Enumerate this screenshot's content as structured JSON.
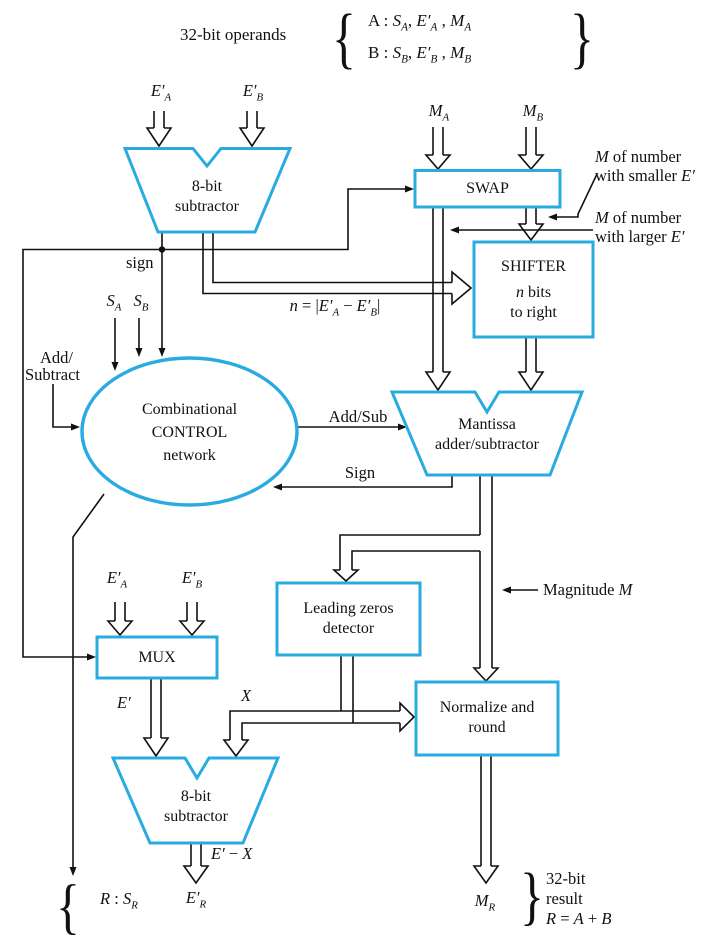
{
  "colors": {
    "accent": "#29abe2",
    "ink": "#111111",
    "background": "#ffffff"
  },
  "header": {
    "operands_label": "32-bit operands",
    "operand_a": [
      {
        "t": "A : ",
        "s": "n"
      },
      {
        "t": "S",
        "s": "i"
      },
      {
        "t": "A",
        "s": "sub"
      },
      {
        "t": ", ",
        "s": "n"
      },
      {
        "t": "E′",
        "s": "i"
      },
      {
        "t": "A",
        "s": "sub"
      },
      {
        "t": " , ",
        "s": "n"
      },
      {
        "t": "M",
        "s": "i"
      },
      {
        "t": "A",
        "s": "sub"
      }
    ],
    "operand_b": [
      {
        "t": "B : ",
        "s": "n"
      },
      {
        "t": "S",
        "s": "i"
      },
      {
        "t": "B",
        "s": "sub"
      },
      {
        "t": ", ",
        "s": "n"
      },
      {
        "t": "E′",
        "s": "i"
      },
      {
        "t": "B",
        "s": "sub"
      },
      {
        "t": " , ",
        "s": "n"
      },
      {
        "t": "M",
        "s": "i"
      },
      {
        "t": "B",
        "s": "sub"
      }
    ],
    "brace_open": "{",
    "brace_close": "}"
  },
  "blocks": {
    "subtractor_top": {
      "line1": "8-bit",
      "line2": "subtractor"
    },
    "swap": {
      "label": "SWAP"
    },
    "shifter": {
      "line1": "SHIFTER",
      "line2": [
        {
          "t": "n",
          "s": "i"
        },
        {
          "t": " bits",
          "s": "n"
        }
      ],
      "line3": "to right"
    },
    "control": {
      "line1": "Combinational",
      "line2": "CONTROL",
      "line3": "network"
    },
    "mantissa": {
      "line1": "Mantissa",
      "line2": "adder/subtractor"
    },
    "mux": {
      "label": "MUX"
    },
    "leading_zeros": {
      "line1": "Leading zeros",
      "line2": "detector"
    },
    "normalize": {
      "line1": "Normalize and",
      "line2": "round"
    },
    "subtractor_bottom": {
      "line1": "8-bit",
      "line2": "subtractor"
    }
  },
  "signals": {
    "ea_top": [
      {
        "t": "E′",
        "s": "i"
      },
      {
        "t": "A",
        "s": "sub"
      }
    ],
    "eb_top": [
      {
        "t": "E′",
        "s": "i"
      },
      {
        "t": "B",
        "s": "sub"
      }
    ],
    "ma": [
      {
        "t": "M",
        "s": "i"
      },
      {
        "t": "A",
        "s": "sub"
      }
    ],
    "mb": [
      {
        "t": "M",
        "s": "i"
      },
      {
        "t": "B",
        "s": "sub"
      }
    ],
    "sign_lower": "sign",
    "sa": [
      {
        "t": "S",
        "s": "i"
      },
      {
        "t": "A",
        "s": "sub"
      }
    ],
    "sb": [
      {
        "t": "S",
        "s": "i"
      },
      {
        "t": "B",
        "s": "sub"
      }
    ],
    "n_formula": [
      {
        "t": "n",
        "s": "i"
      },
      {
        "t": " = |",
        "s": "n"
      },
      {
        "t": "E′",
        "s": "i"
      },
      {
        "t": "A",
        "s": "sub"
      },
      {
        "t": " − ",
        "s": "n"
      },
      {
        "t": "E′",
        "s": "i"
      },
      {
        "t": "B",
        "s": "sub"
      },
      {
        "t": "|",
        "s": "n"
      }
    ],
    "add_subtract_line1": "Add/",
    "add_subtract_line2": "Subtract",
    "add_sub": "Add/Sub",
    "sign_feedback": "Sign",
    "mux_ea": [
      {
        "t": "E′",
        "s": "i"
      },
      {
        "t": "A",
        "s": "sub"
      }
    ],
    "mux_eb": [
      {
        "t": "E′",
        "s": "i"
      },
      {
        "t": "B",
        "s": "sub"
      }
    ],
    "e_prime": [
      {
        "t": "E′",
        "s": "i"
      }
    ],
    "x": [
      {
        "t": "X",
        "s": "i"
      }
    ],
    "e_minus_x": [
      {
        "t": "E′",
        "s": "i"
      },
      {
        "t": " − ",
        "s": "n"
      },
      {
        "t": "X",
        "s": "i"
      }
    ],
    "e_r": [
      {
        "t": "E′",
        "s": "i"
      },
      {
        "t": "R",
        "s": "sub"
      }
    ],
    "m_r": [
      {
        "t": "M",
        "s": "i"
      },
      {
        "t": "R",
        "s": "sub"
      }
    ],
    "r_sr": [
      {
        "t": "R",
        "s": "i"
      },
      {
        "t": " : ",
        "s": "n"
      },
      {
        "t": "S",
        "s": "i"
      },
      {
        "t": "R",
        "s": "sub"
      }
    ]
  },
  "notes": {
    "smaller_line1": [
      {
        "t": "M",
        "s": "i"
      },
      {
        "t": " of number",
        "s": "n"
      }
    ],
    "smaller_line2": [
      {
        "t": "with smaller ",
        "s": "n"
      },
      {
        "t": "E′",
        "s": "i"
      }
    ],
    "larger_line1": [
      {
        "t": "M",
        "s": "i"
      },
      {
        "t": " of number",
        "s": "n"
      }
    ],
    "larger_line2": [
      {
        "t": "with larger ",
        "s": "n"
      },
      {
        "t": "E′",
        "s": "i"
      }
    ],
    "magnitude": [
      {
        "t": "Magnitude ",
        "s": "n"
      },
      {
        "t": "M",
        "s": "i"
      }
    ],
    "result_line1": "32-bit",
    "result_line2": "result",
    "result_line3": [
      {
        "t": "R",
        "s": "i"
      },
      {
        "t": " = ",
        "s": "n"
      },
      {
        "t": "A",
        "s": "i"
      },
      {
        "t": " + ",
        "s": "n"
      },
      {
        "t": "B",
        "s": "i"
      }
    ],
    "brace_open": "{",
    "brace_close": "}"
  }
}
